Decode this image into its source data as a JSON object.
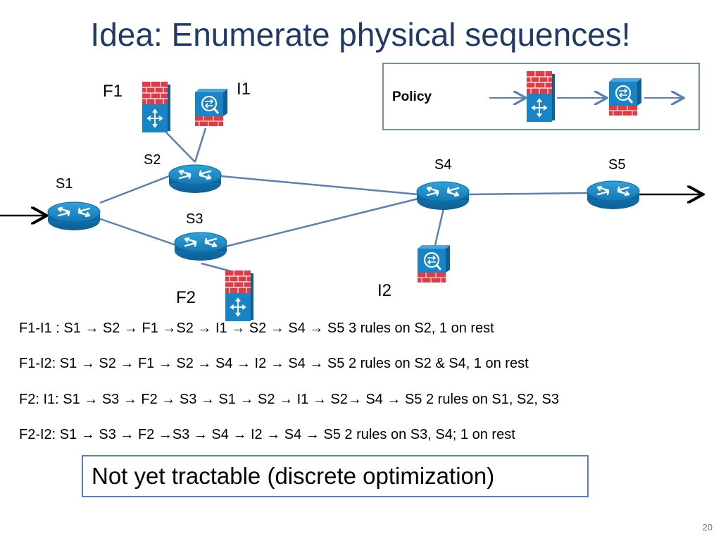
{
  "slide": {
    "title": "Idea: Enumerate physical sequences!",
    "page_number": "20",
    "note": "Not yet tractable (discrete optimization)"
  },
  "policy": {
    "label": "Policy"
  },
  "nodes": {
    "s1": "S1",
    "s2": "S2",
    "s3": "S3",
    "s4": "S4",
    "s5": "S5",
    "f1": "F1",
    "f2": "F2",
    "i1": "I1",
    "i2": "I2"
  },
  "sequences": [
    "F1-I1 : S1 → S2 → F1 →S2 → I1 → S2 → S4 → S5    3 rules on S2, 1 on rest",
    "F1-I2: S1 → S2 → F1  → S2 → S4 → I2 → S4 → S5  2 rules on S2 & S4,  1 on rest",
    "F2: I1: S1 → S3 → F2  → S3 → S1 → S2 → I1 → S2→ S4 → S5  2 rules on S1, S2, S3",
    "F2-I2: S1 → S3 → F2 →S3 → S4 → I2 → S4 → S5  2 rules on S3, S4; 1 on rest"
  ],
  "colors": {
    "title": "#1f3a68",
    "router": "#1a8ac4",
    "link": "#5b80b8",
    "firewall_brick": "#e23b45",
    "device_blue": "#1784c8"
  }
}
